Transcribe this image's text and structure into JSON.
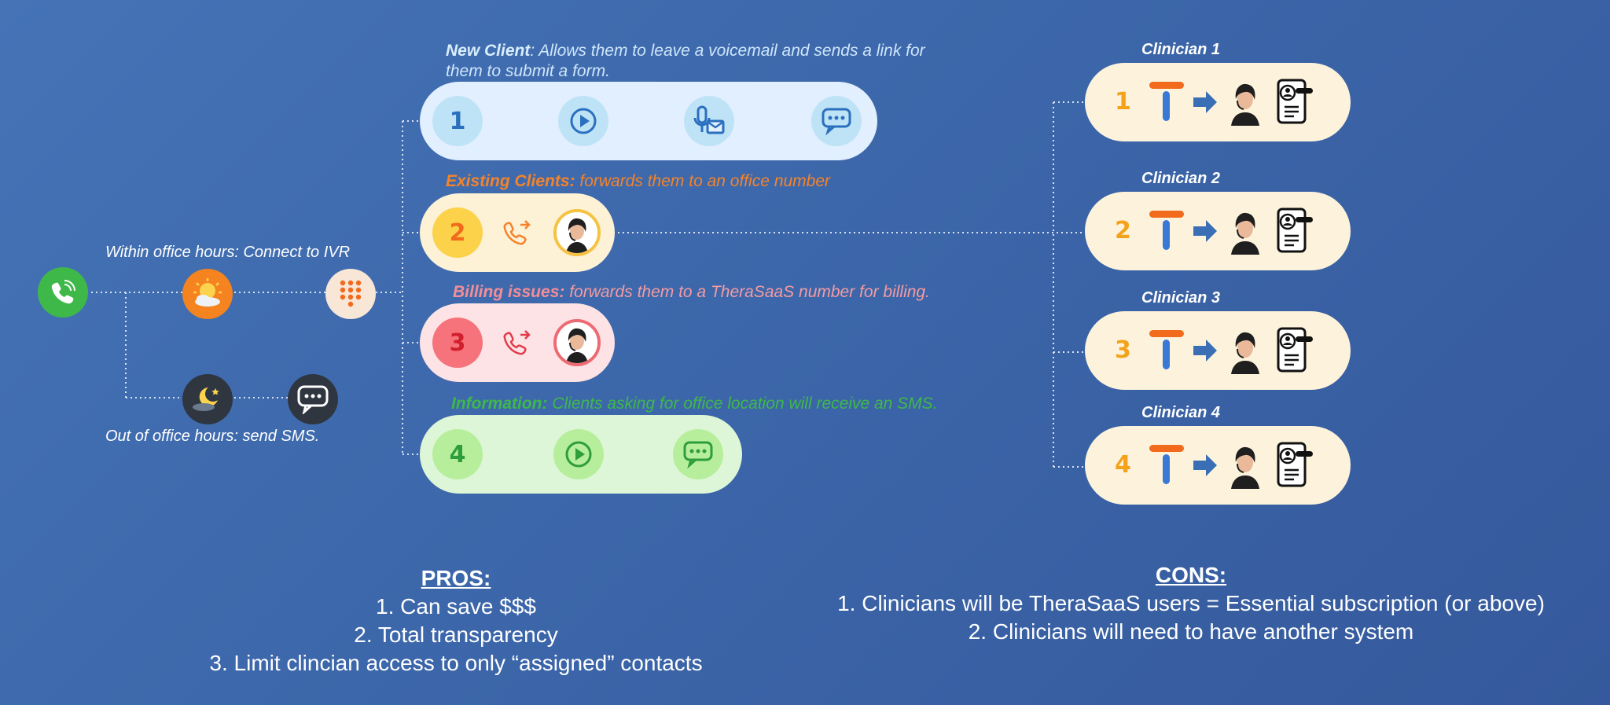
{
  "labels": {
    "within_hours": "Within office hours: Connect to IVR",
    "out_of_hours": "Out of office hours: send SMS."
  },
  "options": [
    {
      "number": "1",
      "title": "New Client",
      "text": ": Allows them to leave a voicemail and sends a link for",
      "text2": "them to submit a form.",
      "icons": [
        "play-icon",
        "voicemail-icon",
        "sms-icon"
      ],
      "color": "#a8d4f0"
    },
    {
      "number": "2",
      "title": "Existing Clients:",
      "text": " forwards them to an office number",
      "icons": [
        "phone-forward-icon",
        "agent-avatar"
      ],
      "color": "#f5832a"
    },
    {
      "number": "3",
      "title": "Billing issues:",
      "text": " forwards them to a TheraSaaS number for billing.",
      "icons": [
        "phone-forward-icon",
        "agent-avatar"
      ],
      "color": "#f38b93"
    },
    {
      "number": "4",
      "title": "Information:",
      "text": " Clients asking for office location will receive an SMS.",
      "icons": [
        "play-icon",
        "sms-icon"
      ],
      "color": "#3fb84a"
    }
  ],
  "clinicians": [
    {
      "title": "Clinician 1",
      "number": "1"
    },
    {
      "title": "Clinician 2",
      "number": "2"
    },
    {
      "title": "Clinician 3",
      "number": "3"
    },
    {
      "title": "Clinician 4",
      "number": "4"
    }
  ],
  "pros": {
    "heading": "PROS:",
    "items": [
      "1. Can save $$$",
      "2. Total transparency",
      "3. Limit clincian access to only “assigned” contacts"
    ]
  },
  "cons": {
    "heading": "CONS:",
    "items": [
      "1. Clinicians will be TheraSaaS users = Essential subscription (or above)",
      "2. Clinicians will need to have another system"
    ]
  },
  "colors": {
    "background": "#3e69ad",
    "phone_green": "#3fb84a",
    "ivr_orange": "#f26b1d",
    "clinician_card": "#fdf3dc",
    "clinician_number": "#f5a21b",
    "arrow_blue": "#3b6fb5"
  }
}
